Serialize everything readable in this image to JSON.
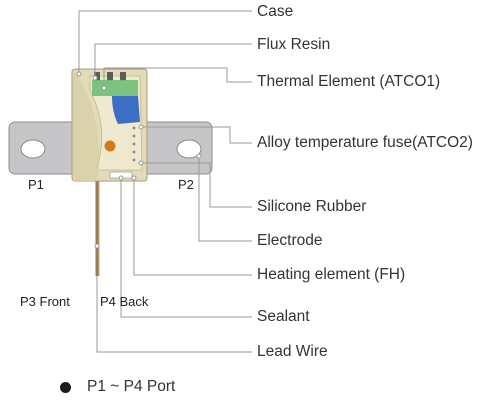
{
  "callouts": [
    "Case",
    "Flux Resin",
    "Thermal Element (ATCO1)",
    "Alloy temperature fuse(ATCO2)",
    "Silicone Rubber",
    "Electrode",
    "Heating element (FH)",
    "Sealant",
    "Lead Wire"
  ],
  "ports": {
    "p1": "P1",
    "p2": "P2",
    "p3": "P3 Front",
    "p4": "P4 Back"
  },
  "legend": {
    "text": "P1 ~ P4  Port"
  },
  "colors": {
    "leader_line": "#999999",
    "terminal_plate": "#c7c7c9",
    "case_body": "#dfd7b4",
    "flux_resin": "#f0ebd4",
    "thermal_element": "#3a6fc4",
    "heating_element": "#d47a1c",
    "lead_wire": "#9a7b56"
  }
}
